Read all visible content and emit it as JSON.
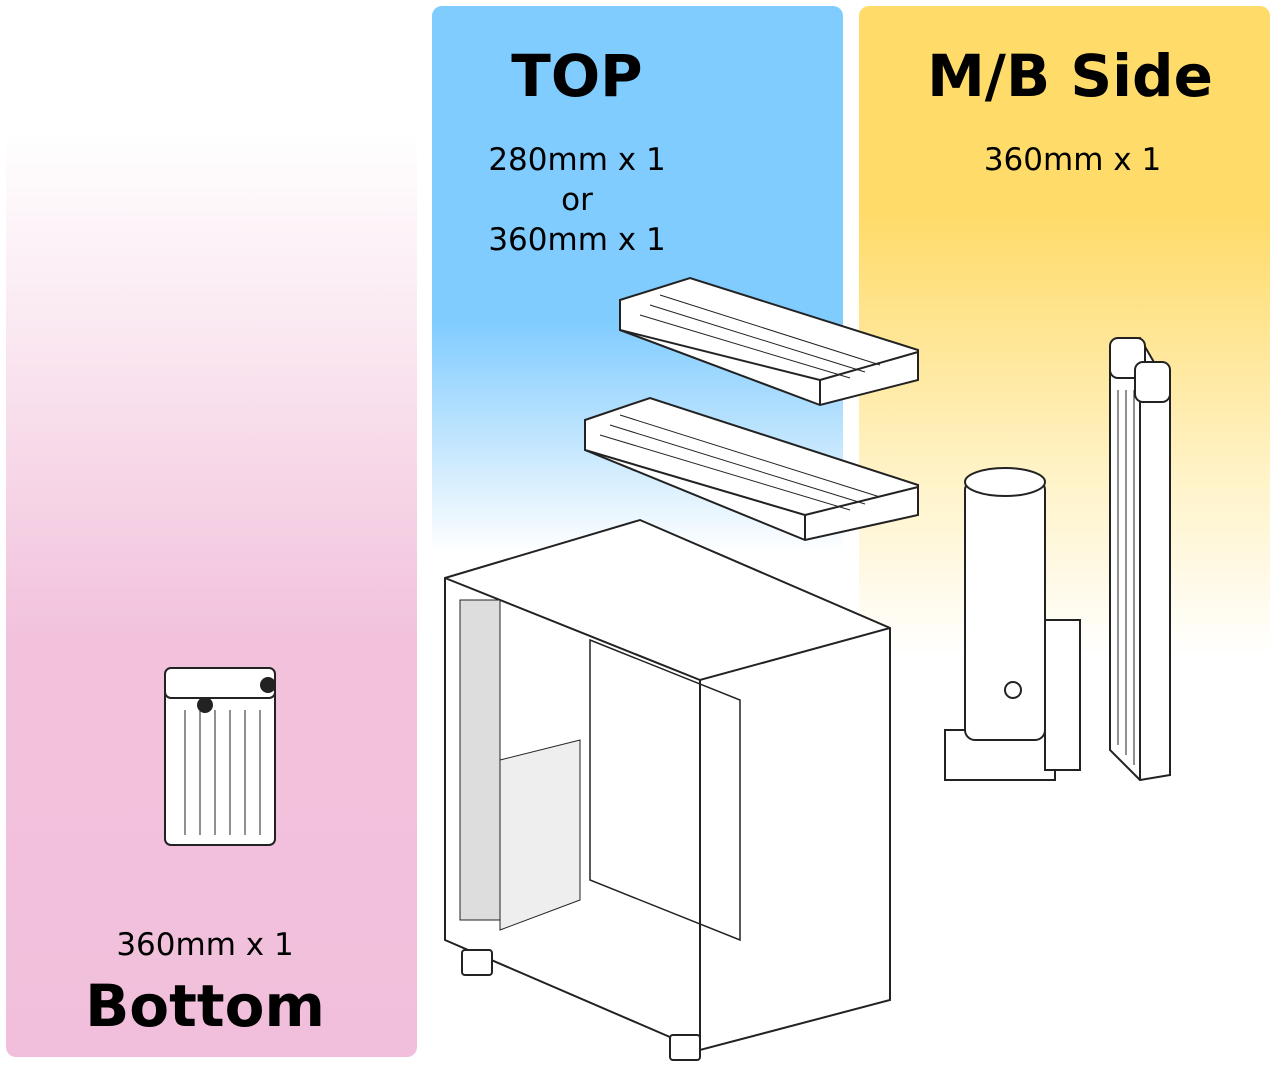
{
  "colors": {
    "bottom": "#f1bfdb",
    "top": "#80ccff",
    "mb_side": "#ffdb6a"
  },
  "bottom": {
    "title": "Bottom",
    "spec": "360mm x 1"
  },
  "top": {
    "title": "TOP",
    "spec_line1": "280mm x 1",
    "spec_or": "or",
    "spec_line2": "360mm x 1"
  },
  "mb_side": {
    "title": "M/B Side",
    "spec": "360mm x 1"
  }
}
